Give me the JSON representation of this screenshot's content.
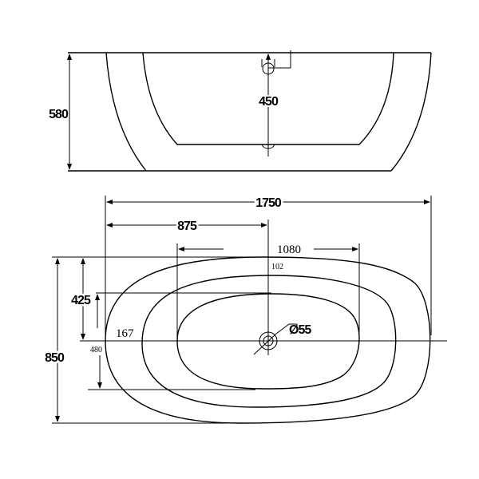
{
  "side_view": {
    "overall_height": "580",
    "faucet_height": "450"
  },
  "top_view": {
    "overall_length": "1750",
    "drain_offset": "875",
    "inner_length": "1080",
    "overall_width": "850",
    "half_width": "425",
    "inner_top_offset": "102",
    "inner_left_offset": "167",
    "inner_half_width": "480",
    "drain_diameter": "Ø55"
  },
  "colors": {
    "line": "#000000",
    "background": "#ffffff"
  }
}
